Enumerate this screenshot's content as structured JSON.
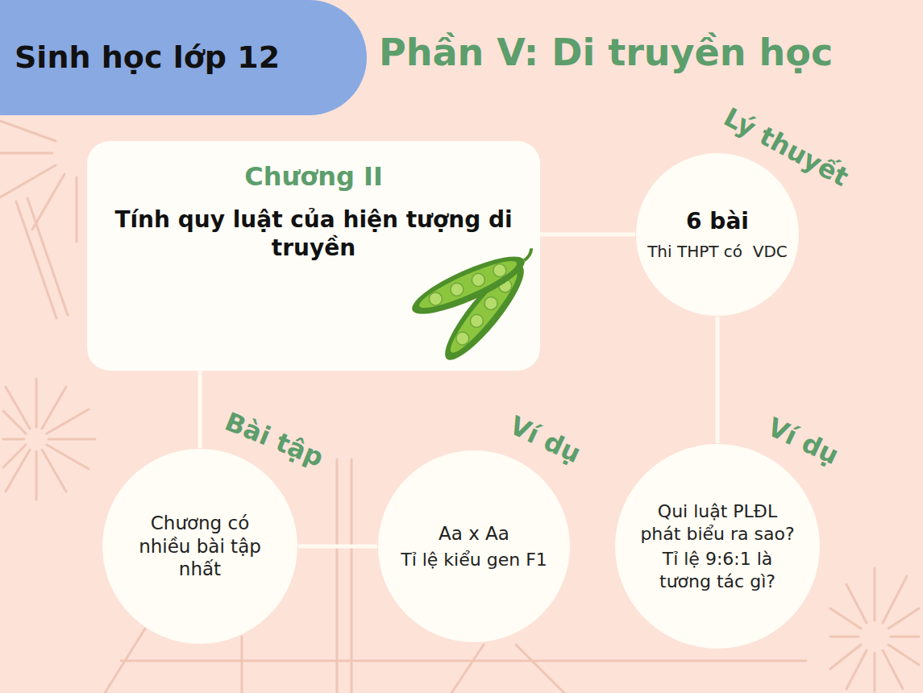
{
  "diagram": {
    "title": "Phần V: Di truyền học",
    "nodes": [
      {
        "text": [
          "Sinh học lớp 12"
        ]
      },
      {
        "text": [
          "Chương II",
          "Tính quy luật của hiện tượng di truyền"
        ]
      },
      {
        "text": [
          "Lý thuyết",
          "6 bài",
          "Thi THPT có  VDC"
        ]
      },
      {
        "text": [
          "Bài tập",
          "Chương có nhiều bài tập nhất"
        ]
      },
      {
        "text": [
          "Ví dụ",
          "Aa x Aa",
          "Tỉ lệ kiểu gen F1"
        ]
      },
      {
        "text": [
          "Ví dụ",
          "Qui luật PLĐL phát biểu ra sao?",
          "Tỉ lệ 9:6:1 là tương tác gì?"
        ]
      }
    ],
    "edges": [
      {
        "from": 1,
        "to": 2,
        "arrow": "none"
      },
      {
        "from": 1,
        "to": 3,
        "arrow": "none"
      },
      {
        "from": 3,
        "to": 4,
        "arrow": "none"
      },
      {
        "from": 2,
        "to": 5,
        "arrow": "none"
      }
    ]
  }
}
